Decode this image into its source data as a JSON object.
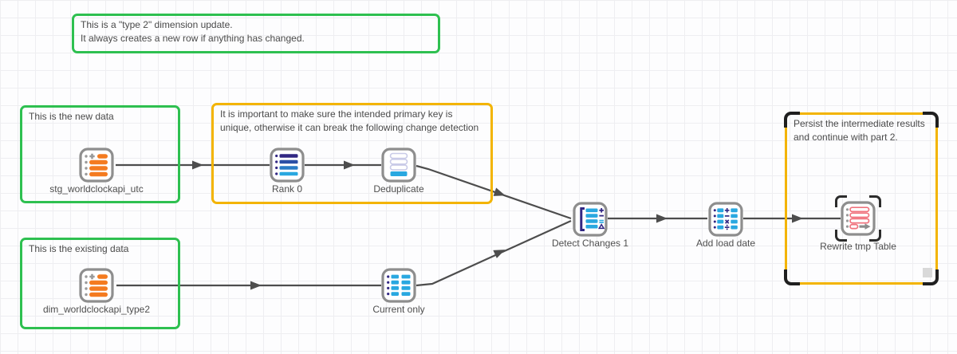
{
  "colors": {
    "green": "#2ec050",
    "yellow": "#f3b400",
    "edge": "#4d4d4d",
    "icon_border": "#8e8e8e",
    "orange": "#f47b20",
    "blue": "#29a8e0",
    "navy": "#312783",
    "red": "#f0737e"
  },
  "annotations": {
    "type2": {
      "text": "This is a \"type 2\" dimension update.\nIt always creates a new row if anything has changed."
    },
    "new_data": {
      "text": "This is the new data"
    },
    "primary_key": {
      "text": "It is important to make sure the intended primary key is\nunique, otherwise it can break the following change detection"
    },
    "existing_data": {
      "text": "This is the existing data"
    },
    "persist": {
      "text": "Persist the intermediate results\nand continue with part 2."
    }
  },
  "nodes": {
    "stg": {
      "label": "stg_worldclockapi_utc",
      "icon": "import-table-icon"
    },
    "rank": {
      "label": "Rank 0",
      "icon": "rank-icon"
    },
    "dedup": {
      "label": "Deduplicate",
      "icon": "deduplicate-icon"
    },
    "dim": {
      "label": "dim_worldclockapi_type2",
      "icon": "import-table-icon"
    },
    "current": {
      "label": "Current only",
      "icon": "filter-columns-icon"
    },
    "detect": {
      "label": "Detect Changes 1",
      "icon": "detect-changes-icon"
    },
    "addload": {
      "label": "Add load date",
      "icon": "calculate-column-icon"
    },
    "rewrite": {
      "label": "Rewrite tmp Table",
      "icon": "export-table-icon"
    }
  }
}
